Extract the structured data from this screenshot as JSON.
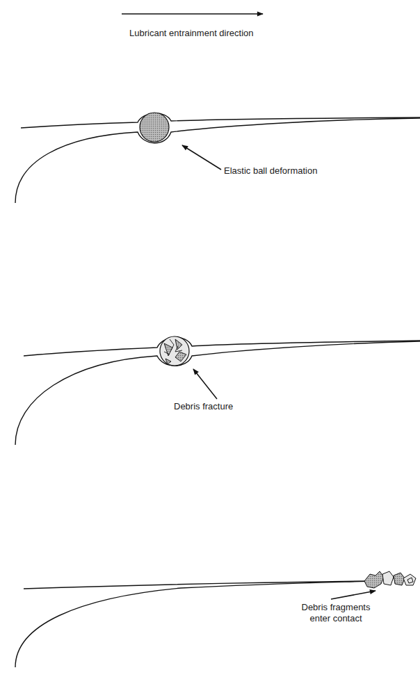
{
  "diagram": {
    "labels": [
      "Lubricant entrainment direction",
      "Elastic ball deformation",
      "Debris fracture",
      "Debris fragments enter contact"
    ]
  }
}
